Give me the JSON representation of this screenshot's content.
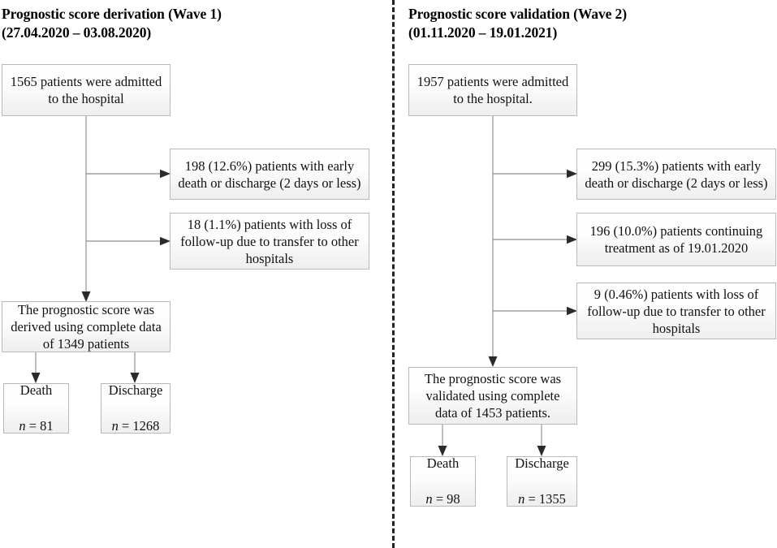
{
  "figure": {
    "type": "flowchart",
    "kind": "patient-flow-diagram",
    "divider_style": "vertical dashed line"
  },
  "columns": [
    {
      "id": "wave1",
      "header": "Prognostic score derivation (Wave 1)\n(27.04.2020 – 03.08.2020)",
      "header_line1": "Prognostic score derivation (Wave 1)",
      "header_line2": "(27.04.2020 – 03.08.2020)",
      "source": {
        "label": "1565 patients were admitted\nto the hospital",
        "n": 1565
      },
      "exclusions": [
        {
          "label": "198 (12.6%) patients with early\ndeath or discharge (2 days or less)",
          "n": 198,
          "percent": "12.6%"
        },
        {
          "label": "18 (1.1%) patients with loss of\nfollow-up due to transfer to other\nhospitals",
          "n": 18,
          "percent": "1.1%"
        }
      ],
      "analysed": {
        "label": "The prognostic score was\nderived using complete data\nof 1349 patients",
        "n": 1349
      },
      "outcomes": [
        {
          "title": "Death",
          "n_label": "n = 81",
          "n": 81
        },
        {
          "title": "Discharge",
          "n_label": "n = 1268",
          "n": 1268
        }
      ]
    },
    {
      "id": "wave2",
      "header": "Prognostic score validation (Wave 2)\n(01.11.2020 – 19.01.2021)",
      "header_line1": "Prognostic score validation (Wave 2)",
      "header_line2": "(01.11.2020 – 19.01.2021)",
      "source": {
        "label": "1957 patients were admitted\nto the hospital.",
        "n": 1957
      },
      "exclusions": [
        {
          "label": "299 (15.3%) patients with early\ndeath or discharge (2 days or less)",
          "n": 299,
          "percent": "15.3%"
        },
        {
          "label": "196 (10.0%) patients continuing\ntreatment as of 19.01.2020",
          "n": 196,
          "percent": "10.0%"
        },
        {
          "label": "9 (0.46%) patients with loss of\nfollow-up due to transfer to other\nhospitals",
          "n": 9,
          "percent": "0.46%"
        }
      ],
      "analysed": {
        "label": "The prognostic score was\nvalidated using complete\ndata of 1453 patients.",
        "n": 1453
      },
      "outcomes": [
        {
          "title": "Death",
          "n_label": "n = 98",
          "n": 98
        },
        {
          "title": "Discharge",
          "n_label": "n = 1355",
          "n": 1355
        }
      ]
    }
  ],
  "colors": {
    "box_border": "#b9b9b9",
    "box_fill_top": "#ffffff",
    "box_fill_bottom": "#efefef",
    "connector": "#8d8d8d",
    "arrowhead": "#2b2b2b",
    "text": "#000000",
    "divider": "#222222"
  }
}
